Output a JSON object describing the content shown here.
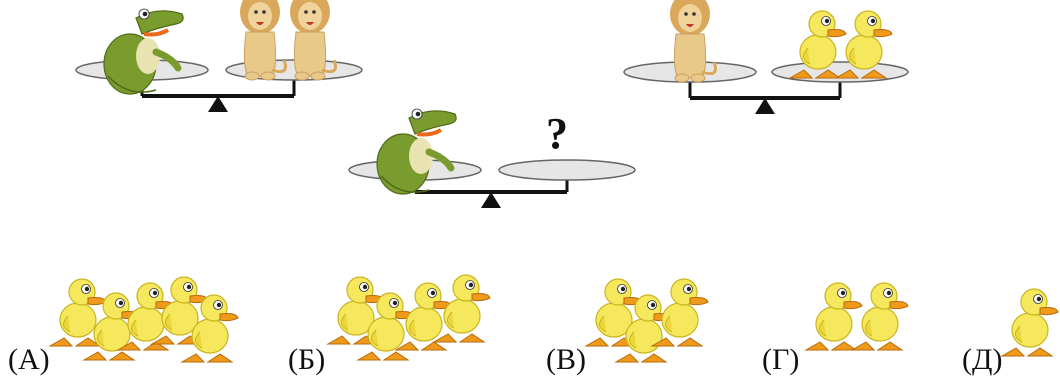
{
  "question_mark": "?",
  "options": [
    {
      "label": "(А)",
      "count": 5
    },
    {
      "label": "(Б)",
      "count": 4
    },
    {
      "label": "(В)",
      "count": 3
    },
    {
      "label": "(Г)",
      "count": 2
    },
    {
      "label": "(Д)",
      "count": 1
    }
  ],
  "colors": {
    "beam": "#111111",
    "plate": "#e6e6e6",
    "crocodile": "#7a9b2e",
    "lion": "#e9c98a",
    "duck": "#f5e85c",
    "duck_beak": "#f09a1c"
  }
}
